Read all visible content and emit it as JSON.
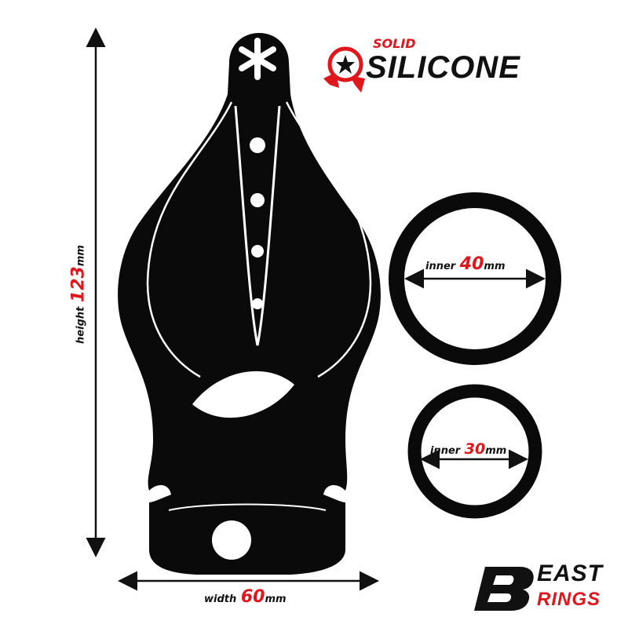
{
  "badge": {
    "top": "SOLID",
    "main": "SILICONE"
  },
  "brand": {
    "line1": "BEAST",
    "line2": "RINGS"
  },
  "height_dim": {
    "label": "height",
    "value": "123",
    "unit": "mm"
  },
  "width_dim": {
    "label": "width",
    "value": "60",
    "unit": "mm"
  },
  "ring_large": {
    "label": "inner",
    "value": "40",
    "unit": "mm"
  },
  "ring_small": {
    "label": "inner",
    "value": "30",
    "unit": "mm"
  },
  "colors": {
    "accent": "#e0161d",
    "ink": "#111111"
  }
}
